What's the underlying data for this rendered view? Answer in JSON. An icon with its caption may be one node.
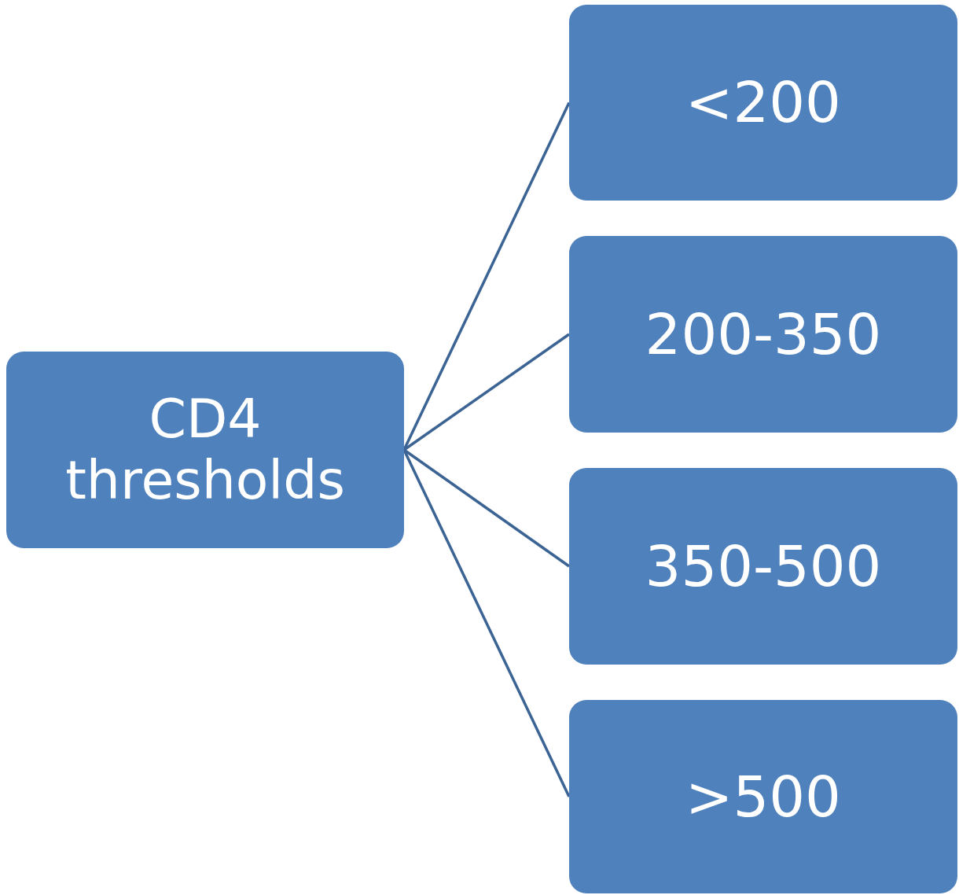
{
  "diagram": {
    "nodes": [
      {
        "text": [
          "CD4 thresholds"
        ]
      },
      {
        "text": [
          "<200"
        ]
      },
      {
        "text": [
          "200-350"
        ]
      },
      {
        "text": [
          "350-500"
        ]
      },
      {
        "text": [
          ">500"
        ]
      }
    ],
    "edges": [
      {
        "from": 0,
        "to": 1,
        "arrow": "none"
      },
      {
        "from": 0,
        "to": 2,
        "arrow": "none"
      },
      {
        "from": 0,
        "to": 3,
        "arrow": "none"
      },
      {
        "from": 0,
        "to": 4,
        "arrow": "none"
      }
    ]
  }
}
